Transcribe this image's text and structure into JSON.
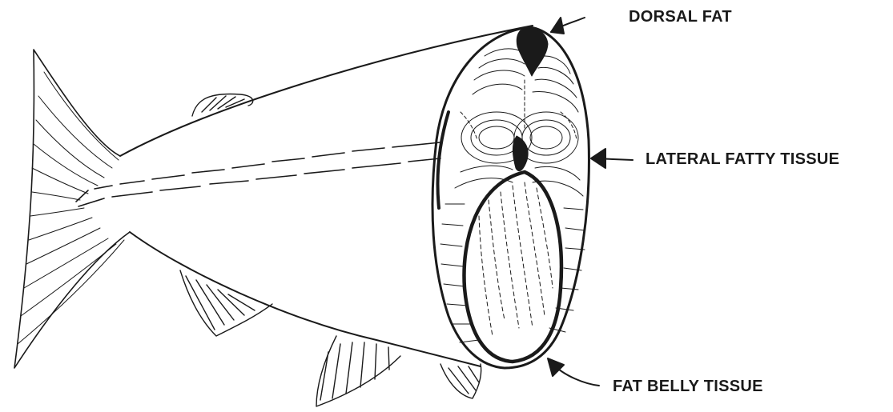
{
  "labels": {
    "dorsal": "DORSAL FAT",
    "lateral": "LATERAL FATTY TISSUE",
    "belly": "FAT BELLY TISSUE"
  },
  "colors": {
    "ink": "#1a1a1a",
    "paper": "#ffffff"
  }
}
